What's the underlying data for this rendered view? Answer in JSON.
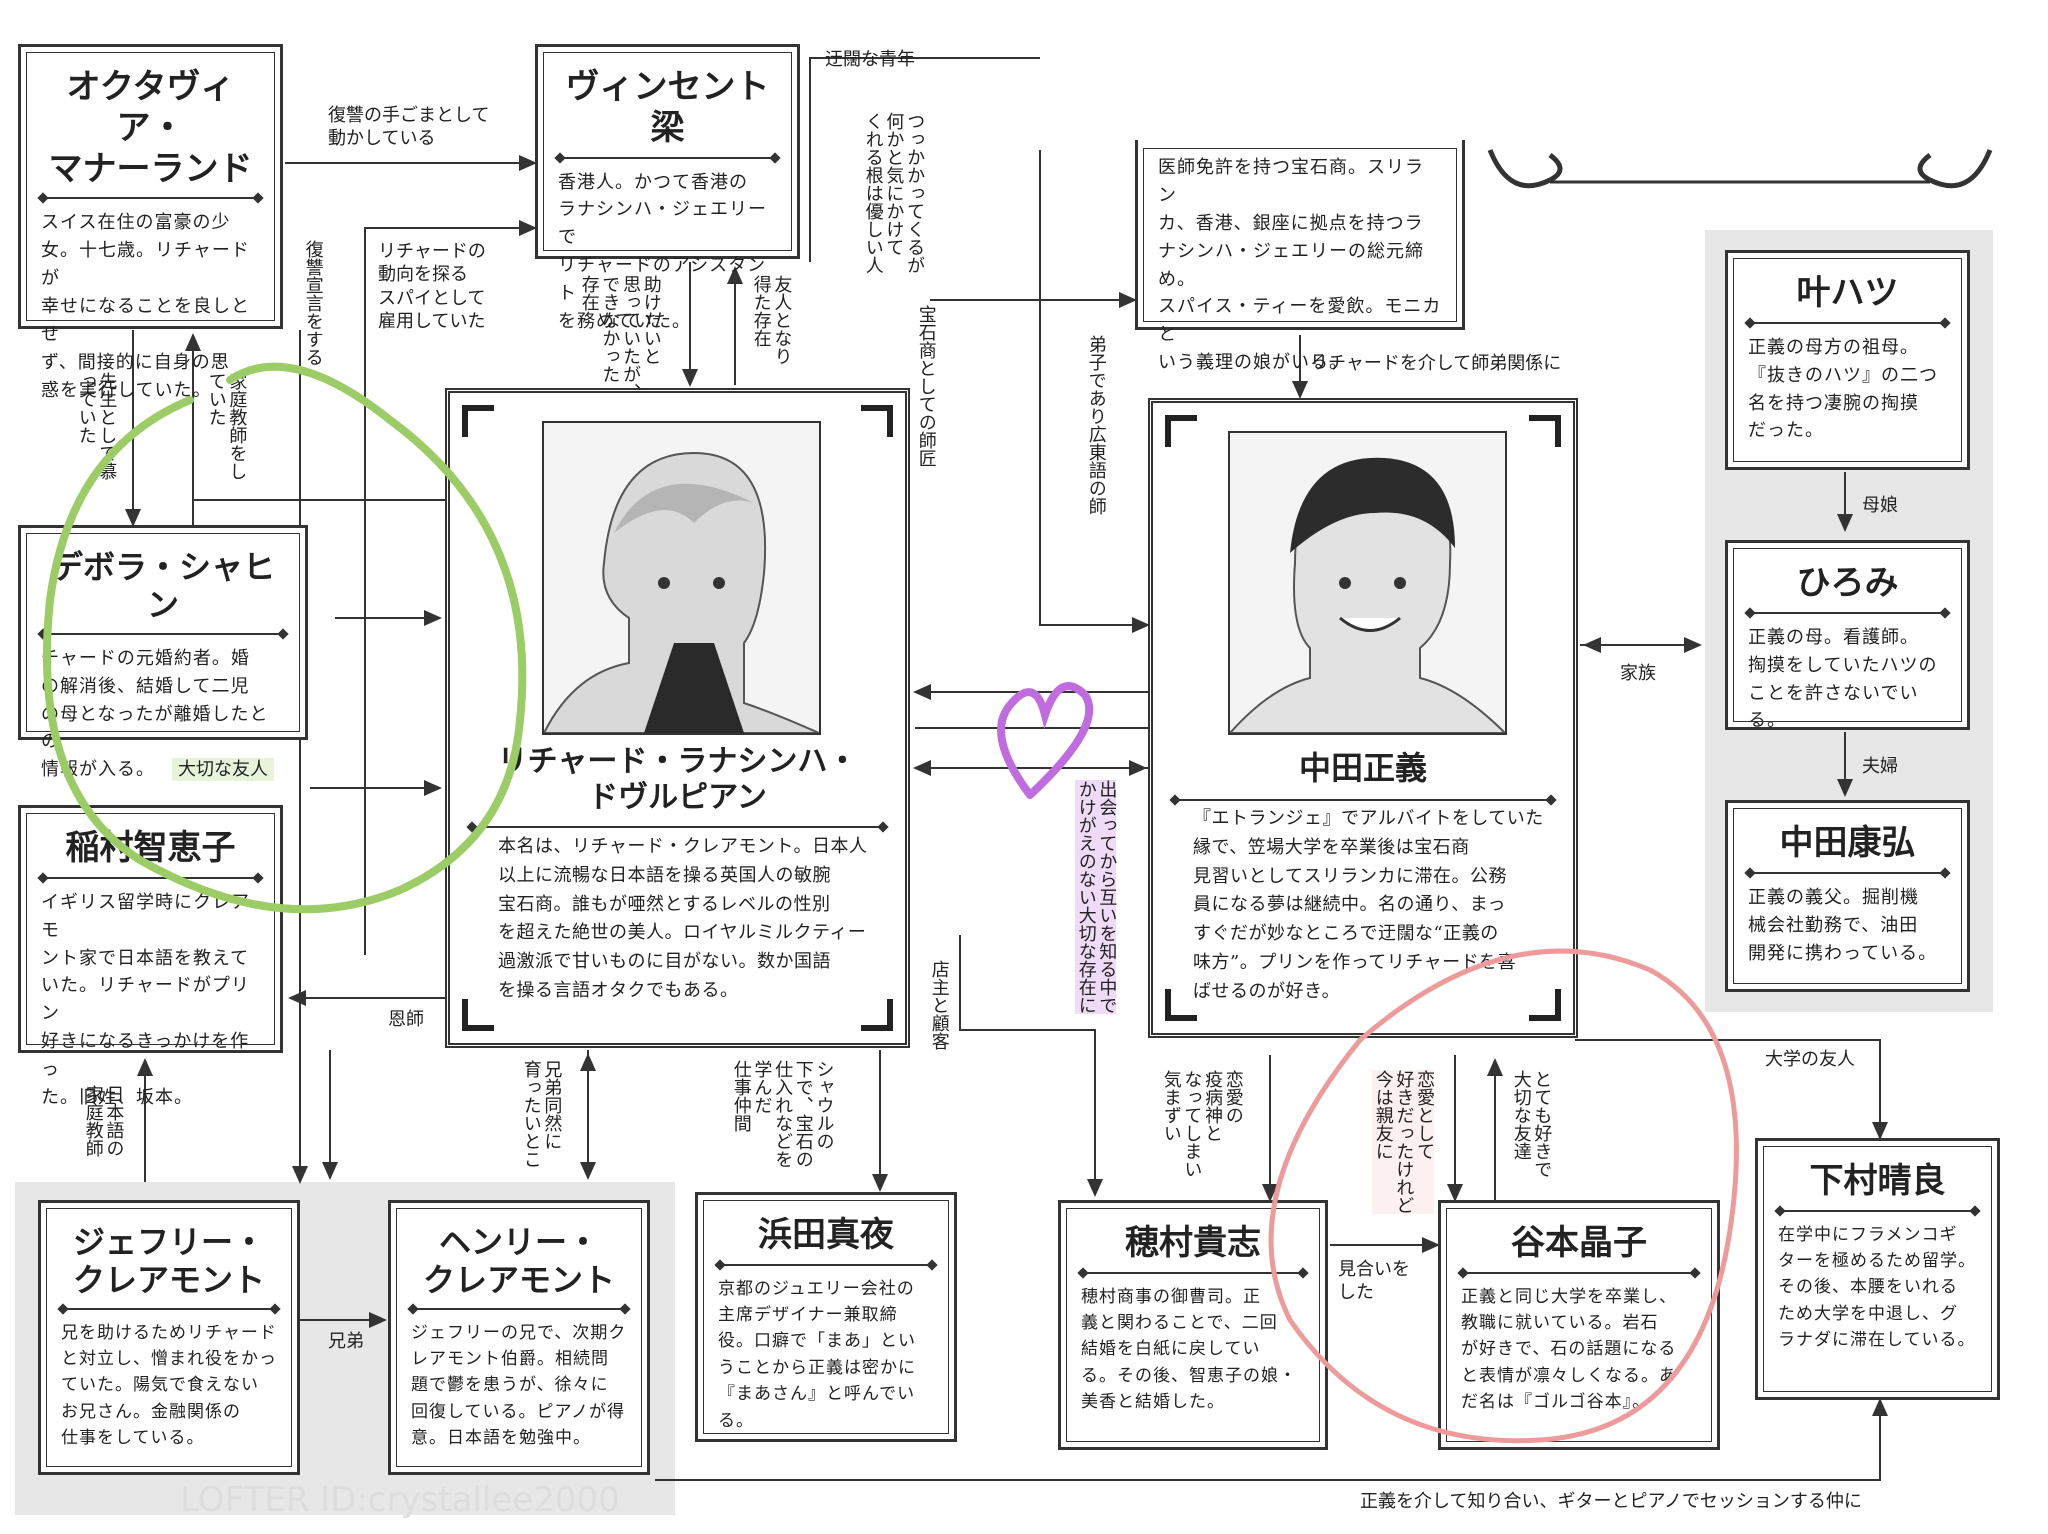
{
  "characters": {
    "octavia": {
      "name": "オクタヴィア・\nマナーランド",
      "desc": "スイス在住の富豪の少\n女。十七歳。リチャードが\n幸せになることを良しとせ\nず、間接的に自身の思\n惑を実行していた。"
    },
    "vincent": {
      "name": "ヴィンセント梁",
      "desc": "香港人。かつて香港の\nラナシンハ・ジェエリーで\nリチャードのアシスタント\nを務めていた。"
    },
    "boss": {
      "desc": "医師免許を持つ宝石商。スリラン\nカ、香港、銀座に拠点を持つラ\nナシンハ・ジェエリーの総元締め。\nスパイス・ティーを愛飲。モニカと\nいう義理の娘がいる。"
    },
    "deborah": {
      "name": "デボラ・シャヒン",
      "desc": "チャードの元婚約者。婚\nの解消後、結婚して二児\nの母となったが離婚したとの\n情報が入る。"
    },
    "richard": {
      "name": "リチャード・ラナシンハ・\nドヴルピアン",
      "desc": "本名は、リチャード・クレアモント。日本人\n以上に流暢な日本語を操る英国人の敏腕\n宝石商。誰もが唖然とするレベルの性別\nを超えた絶世の美人。ロイヤルミルクティー\n過激派で甘いものに目がない。数か国語\nを操る言語オタクでもある。"
    },
    "seigi": {
      "name": "中田正義",
      "desc": "『エトランジェ』でアルバイトをしていた\n縁で、笠場大学を卒業後は宝石商\n見習いとしてスリランカに滞在。公務\n員になる夢は継続中。名の通り、まっ\nすぐだが妙なところで迂闊な“正義の\n味方”。プリンを作ってリチャードを喜\nばせるのが好き。"
    },
    "chieko": {
      "name": "稲村智恵子",
      "desc": "イギリス留学時にクレアモ\nント家で日本語を教えて\nいた。リチャードがプリン\n好きになるきっかけを作っ\nた。旧姓、坂本。"
    },
    "hatsu": {
      "name": "叶ハツ",
      "desc": "正義の母方の祖母。\n『抜きのハツ』の二つ\n名を持つ凄腕の掏摸\nだった。"
    },
    "hiromi": {
      "name": "ひろみ",
      "desc": "正義の母。看護師。\n掏摸をしていたハツの\nことを許さないでいる。"
    },
    "yasuhiro": {
      "name": "中田康弘",
      "desc": "正義の義父。掘削機\n械会社勤務で、油田\n開発に携わっている。"
    },
    "jeffrey": {
      "name": "ジェフリー・\nクレアモント",
      "desc": "兄を助けるためリチャード\nと対立し、憎まれ役をかっ\nていた。陽気で食えない\nお兄さん。金融関係の\n仕事をしている。"
    },
    "henry": {
      "name": "ヘンリー・\nクレアモント",
      "desc": "ジェフリーの兄で、次期ク\nレアモント伯爵。相続問\n題で鬱を患うが、徐々に\n回復している。ピアノが得\n意。日本語を勉強中。"
    },
    "mayo": {
      "name": "浜田真夜",
      "desc": "京都のジュエリー会社の\n主席デザイナー兼取締\n役。口癖で「まあ」とい\nうことから正義は密かに\n『まあさん』と呼んでいる。"
    },
    "takashi": {
      "name": "穂村貴志",
      "desc": "穂村商事の御曹司。正\n義と関わることで、二回\n結婚を白紙に戻してい\nる。その後、智恵子の娘・\n美香と結婚した。"
    },
    "akiko": {
      "name": "谷本晶子",
      "desc": "正義と同じ大学を卒業し、\n教職に就いている。岩石\nが好きで、石の話題になる\nと表情が凛々しくなる。あ\nだ名は『ゴルゴ谷本』。"
    },
    "haruyoshi": {
      "name": "下村晴良",
      "desc": "在学中にフラメンコギ\nターを極めるため留学。\nその後、本腰をいれる\nため大学を中退し、グ\nラナダに滞在している。"
    }
  },
  "labels": {
    "l01": "迂闊な青年",
    "l02": "復讐の手ごまとして\n動かしている",
    "l03": "リチャードの\n動向を探る\nスパイとして\n雇用していた",
    "l04": "復讐宣言をする",
    "l05": "先生として慕っていた",
    "l06": "家庭教師をしていた",
    "l07": "つっかかってくるが\n何かと気にかけて\nくれる根は優しい人",
    "l08": "友人となり\n得た存在",
    "l09": "助けたいと\n思っていたが、\nできなかった\n存在",
    "l10": "宝石商としての師匠",
    "l11": "弟子であり広東語の師",
    "l12": "リチャードを介して師弟関係に",
    "l13": "大切な友人",
    "l14": "出会ってから互いを知る中で\nかけがえのない大切な存在に",
    "l15": "家族",
    "l16": "母娘",
    "l17": "夫婦",
    "l18": "恩師",
    "l19": "店主と顧客",
    "l20": "日本語の\n家庭教師",
    "l21": "兄弟同然に\n育ったいとこ",
    "l22": "シャウルの\n下で、宝石の\n仕入れなどを\n学んだ\n仕事仲間",
    "l23": "恋愛の\n疫病神と\nなってしまい\n気まずい",
    "l24": "恋愛として\n好きだったけれど\n今は親友に",
    "l25": "とても好きで\n大切な友達",
    "l26": "大学の友人",
    "l27": "見合いを\nした",
    "l28": "兄弟",
    "l29": "正義を介して知り合い、ギターとピアノでセッションする仲に"
  },
  "watermark": "LOFTER ID:crystallee2000",
  "colors": {
    "green": "#9ccc65",
    "purple": "#c06be0",
    "red": "#ee9a9a",
    "gray": "#e7e7e7"
  }
}
